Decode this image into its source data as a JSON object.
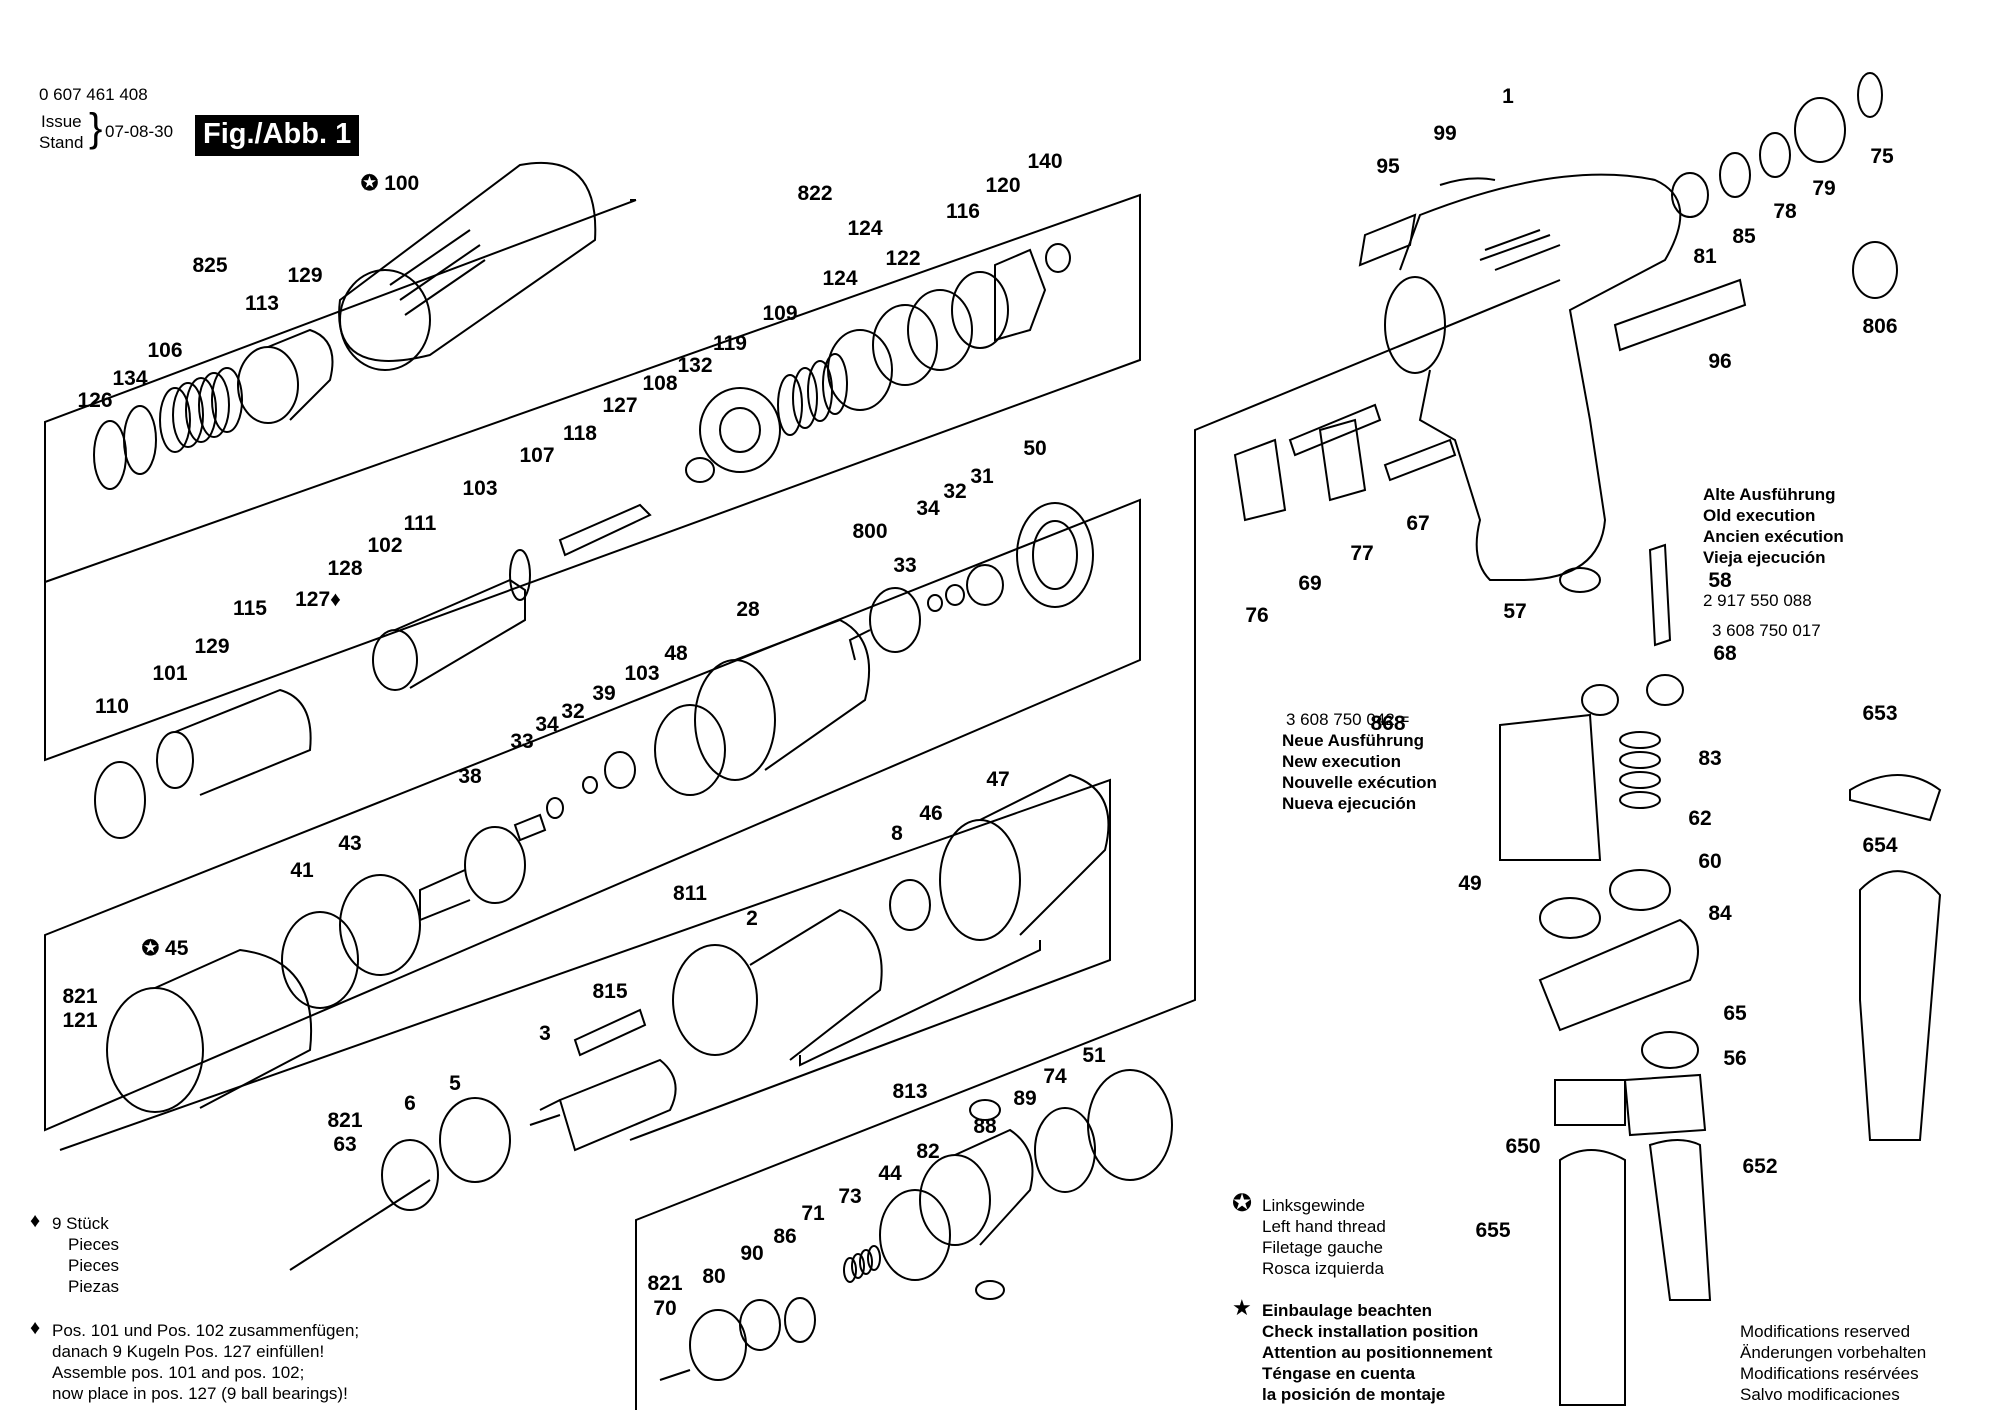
{
  "header": {
    "doc_number": "0 607 461 408",
    "issue": "Issue",
    "stand": "Stand",
    "date": "07-08-30",
    "figure_label": "Fig./Abb. 1"
  },
  "parts": [
    {
      "n": "100",
      "star": true
    },
    {
      "n": "825"
    },
    {
      "n": "129"
    },
    {
      "n": "113"
    },
    {
      "n": "106"
    },
    {
      "n": "134"
    },
    {
      "n": "126"
    },
    {
      "n": "822"
    },
    {
      "n": "140"
    },
    {
      "n": "120"
    },
    {
      "n": "116"
    },
    {
      "n": "124"
    },
    {
      "n": "122"
    },
    {
      "n": "124"
    },
    {
      "n": "109"
    },
    {
      "n": "119"
    },
    {
      "n": "132"
    },
    {
      "n": "108"
    },
    {
      "n": "127"
    },
    {
      "n": "118"
    },
    {
      "n": "107"
    },
    {
      "n": "103"
    },
    {
      "n": "111"
    },
    {
      "n": "102"
    },
    {
      "n": "128"
    },
    {
      "n": "127♦"
    },
    {
      "n": "115"
    },
    {
      "n": "129"
    },
    {
      "n": "101"
    },
    {
      "n": "110"
    },
    {
      "n": "50"
    },
    {
      "n": "800"
    },
    {
      "n": "34"
    },
    {
      "n": "32"
    },
    {
      "n": "31"
    },
    {
      "n": "33"
    },
    {
      "n": "28"
    },
    {
      "n": "48"
    },
    {
      "n": "103"
    },
    {
      "n": "39"
    },
    {
      "n": "32"
    },
    {
      "n": "34"
    },
    {
      "n": "33"
    },
    {
      "n": "38"
    },
    {
      "n": "47"
    },
    {
      "n": "46"
    },
    {
      "n": "8"
    },
    {
      "n": "811"
    },
    {
      "n": "2"
    },
    {
      "n": "43"
    },
    {
      "n": "41"
    },
    {
      "n": "45",
      "star": true
    },
    {
      "n": "821"
    },
    {
      "n": "121"
    },
    {
      "n": "815"
    },
    {
      "n": "3"
    },
    {
      "n": "5"
    },
    {
      "n": "6"
    },
    {
      "n": "821"
    },
    {
      "n": "63"
    },
    {
      "n": "813"
    },
    {
      "n": "89"
    },
    {
      "n": "74"
    },
    {
      "n": "51"
    },
    {
      "n": "88"
    },
    {
      "n": "82"
    },
    {
      "n": "44"
    },
    {
      "n": "73"
    },
    {
      "n": "71"
    },
    {
      "n": "86"
    },
    {
      "n": "90"
    },
    {
      "n": "80"
    },
    {
      "n": "821"
    },
    {
      "n": "70"
    },
    {
      "n": "1"
    },
    {
      "n": "99"
    },
    {
      "n": "95"
    },
    {
      "n": "75"
    },
    {
      "n": "79"
    },
    {
      "n": "78"
    },
    {
      "n": "85"
    },
    {
      "n": "81"
    },
    {
      "n": "806"
    },
    {
      "n": "96"
    },
    {
      "n": "69"
    },
    {
      "n": "67"
    },
    {
      "n": "77"
    },
    {
      "n": "76"
    },
    {
      "n": "57"
    },
    {
      "n": "58"
    },
    {
      "n": "68"
    },
    {
      "n": "868"
    },
    {
      "n": "83"
    },
    {
      "n": "62"
    },
    {
      "n": "60"
    },
    {
      "n": "49"
    },
    {
      "n": "84"
    },
    {
      "n": "65"
    },
    {
      "n": "56"
    },
    {
      "n": "650"
    },
    {
      "n": "652"
    },
    {
      "n": "655"
    },
    {
      "n": "653"
    },
    {
      "n": "654"
    }
  ],
  "part_codes": {
    "old_58": "2 917 550 088",
    "old_68": "3 608 750 017",
    "new_868": "3 608 750 042 ="
  },
  "old_execution": [
    "Alte Ausführung",
    "Old execution",
    "Ancien exécution",
    "Vieja ejecución"
  ],
  "new_execution": [
    "Neue Ausführung",
    "New execution",
    "Nouvelle exécution",
    "Nueva ejecución"
  ],
  "notes": {
    "pieces": [
      "9 Stück",
      "Pieces",
      "Pieces",
      "Piezas"
    ],
    "assemble": [
      "Pos. 101 und Pos. 102 zusammenfügen;",
      "danach 9 Kugeln Pos. 127 einfüllen!",
      "Assemble pos. 101 and pos. 102;",
      "now place in pos. 127 (9 ball bearings)!"
    ],
    "left_hand": [
      "Linksgewinde",
      "Left hand thread",
      "Filetage gauche",
      "Rosca izquierda"
    ],
    "install": [
      "Einbaulage beachten",
      "Check installation position",
      "Attention au positionnement",
      "Téngase en cuenta",
      "la posición de montaje"
    ],
    "modifications": [
      "Modifications reserved",
      "Änderungen vorbehalten",
      "Modifications resérvées",
      "Salvo modificaciones"
    ]
  }
}
